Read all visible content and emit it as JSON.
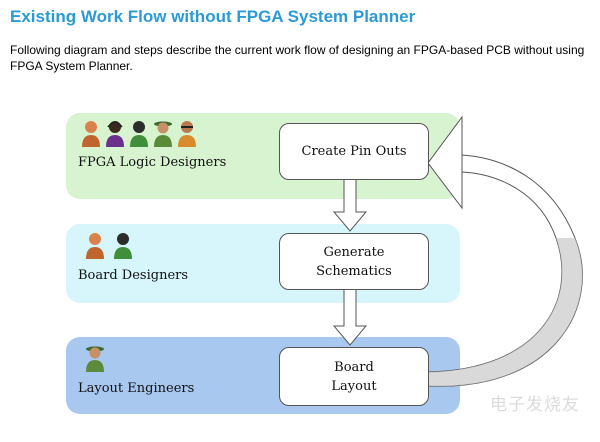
{
  "title": "Existing Work Flow without FPGA System Planner",
  "description": "Following diagram and steps describe the current work flow of designing an FPGA-based PCB without using FPGA System Planner.",
  "lanes": [
    {
      "label": "FPGA Logic Designers",
      "color": "#d8f3cf"
    },
    {
      "label": "Board Designers",
      "color": "#d6f6fb"
    },
    {
      "label": "Layout Engineers",
      "color": "#a8c8ef"
    }
  ],
  "steps": [
    {
      "label": "Create Pin Outs"
    },
    {
      "label": "Generate\nSchematics"
    },
    {
      "label": "Board\nLayout"
    }
  ],
  "icons": {
    "lane1": [
      "person-orange-icon",
      "person-headset-icon",
      "person-green-icon",
      "person-hat-icon",
      "person-glasses-icon"
    ],
    "lane2": [
      "person-orange-icon",
      "person-green-icon"
    ],
    "lane3": [
      "person-hat-icon"
    ]
  },
  "watermark": "电子发烧友"
}
